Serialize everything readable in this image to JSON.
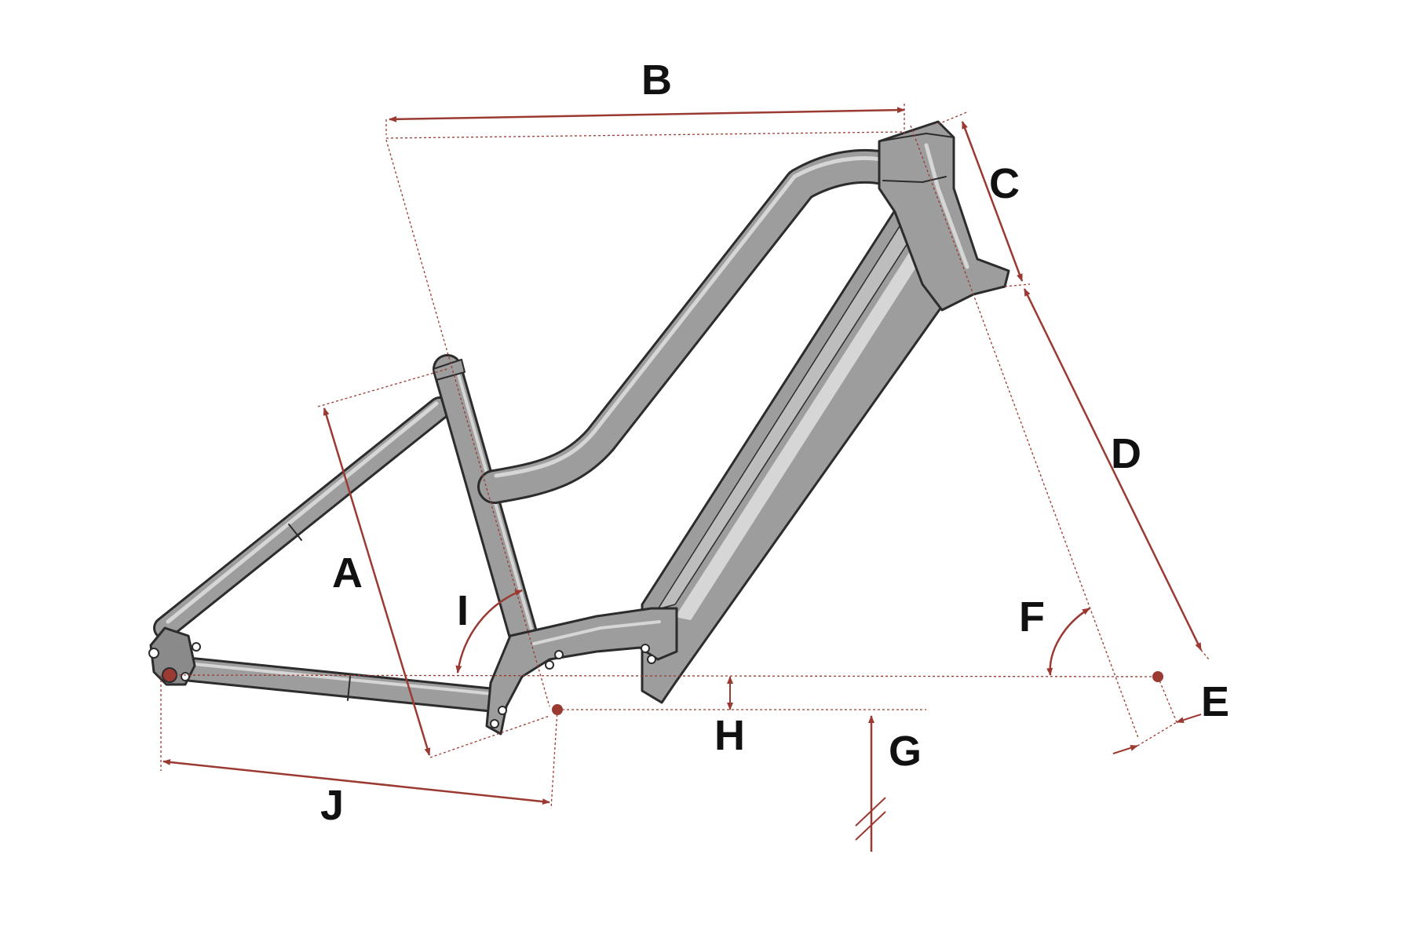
{
  "colors": {
    "dimension": "#9a3a33",
    "frame_fill": "#9d9d9d",
    "frame_highlight": "#d6d6d6",
    "frame_outline": "#2c2c2c",
    "label": "#111111",
    "background": "#ffffff"
  },
  "labels": {
    "a": "A",
    "b": "B",
    "c": "C",
    "d": "D",
    "e": "E",
    "f": "F",
    "g": "G",
    "h": "H",
    "i": "I",
    "j": "J"
  }
}
